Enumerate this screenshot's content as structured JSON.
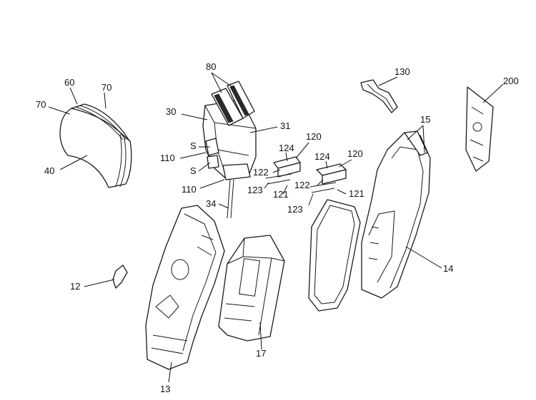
{
  "labels": {
    "l80": "80",
    "l60": "60",
    "l70a": "70",
    "l70b": "70",
    "l30": "30",
    "l31": "31",
    "l130": "130",
    "l200": "200",
    "l15": "15",
    "lS1": "S",
    "lS2": "S",
    "l110a": "110",
    "l110b": "110",
    "l40": "40",
    "l120a": "120",
    "l120b": "120",
    "l124a": "124",
    "l124b": "124",
    "l122a": "122",
    "l122b": "122",
    "l123a": "123",
    "l123b": "123",
    "l121a": "121",
    "l121b": "121",
    "l34": "34",
    "l14": "14",
    "l12": "12",
    "l17": "17",
    "l13": "13"
  }
}
